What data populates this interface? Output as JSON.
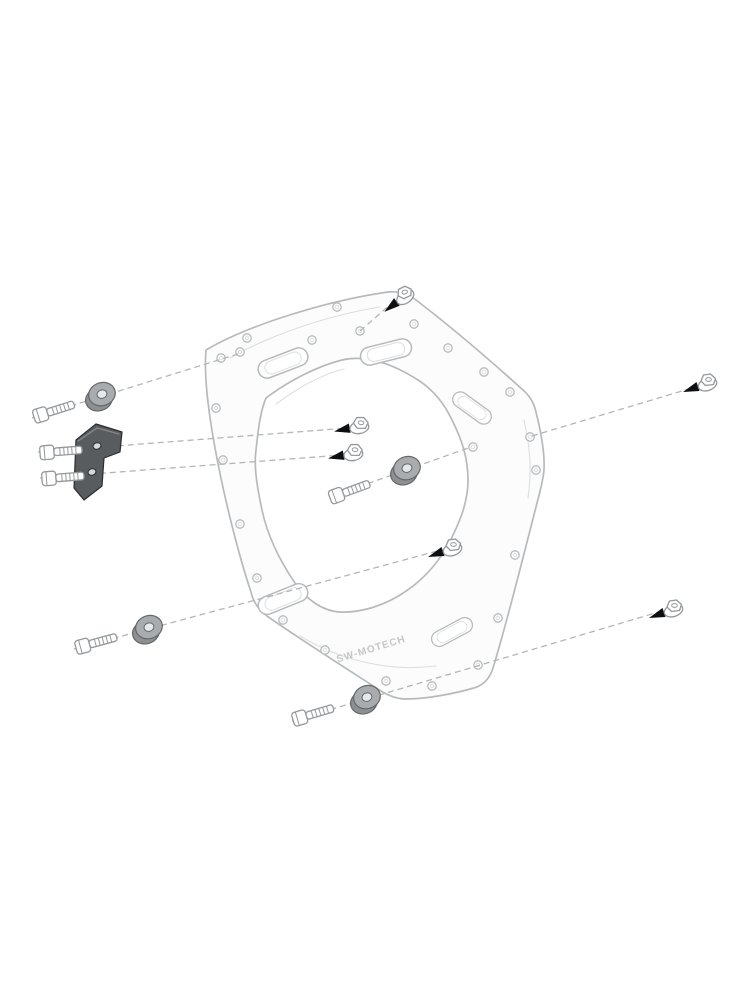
{
  "diagram": {
    "kind": "exploded-assembly-drawing",
    "brand_engraving": "SW-MOTECH",
    "colors": {
      "background": "#ffffff",
      "outline": "#b7babc",
      "outline-dark": "#95989b",
      "plate-fill": "#fcfcfc",
      "plate-detail": "#dcdedf",
      "dashed-line": "#b3b6b8",
      "arrow": "#0e0f10",
      "grommet-top": "#a9acae",
      "grommet-side": "#8d9092",
      "grommet-hole": "#e6e7e8",
      "grommet-edge": "#65686b",
      "bracket-face": "#595c5f",
      "bracket-top": "#83868a",
      "bracket-edge": "#2a2d2f"
    },
    "parts": {
      "adapter_plate": {
        "name": "adapter-plate",
        "qty": 1
      },
      "flange_nut": {
        "name": "flange-nut",
        "qty": 6
      },
      "socket_head_bolt": {
        "name": "socket-head-bolt",
        "qty": 6
      },
      "distance_spacer": {
        "name": "distance-spacer",
        "qty": 4
      },
      "mounting_bracket": {
        "name": "mounting-bracket",
        "qty": 1
      }
    }
  }
}
